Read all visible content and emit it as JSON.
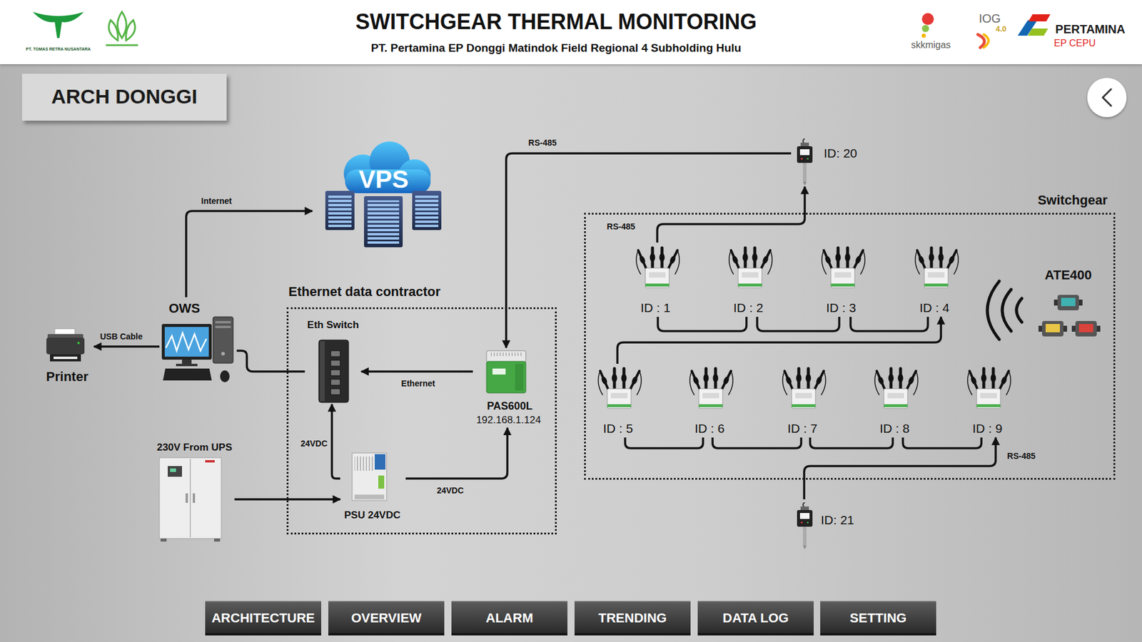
{
  "diagram": {
    "title": "SWITCHGEAR THERMAL MONITORING",
    "nodes": [
      {
        "text": [
          "ARCH DONGGI"
        ]
      },
      {
        "text": [
          "VPS"
        ]
      },
      {
        "text": [
          "OWS"
        ]
      },
      {
        "text": [
          "Printer"
        ]
      },
      {
        "text": [
          "Ethernet data contractor"
        ]
      },
      {
        "text": [
          "Eth Switch"
        ],
        "in": 4
      },
      {
        "text": [
          "PAS600L",
          "192.168.1.124"
        ],
        "in": 4
      },
      {
        "text": [
          "PSU 24VDC"
        ],
        "in": 4
      },
      {
        "text": [
          "230V From UPS"
        ]
      },
      {
        "text": [
          "ID: 20"
        ]
      },
      {
        "text": [
          "Switchgear"
        ]
      },
      {
        "text": [
          "ID : 1"
        ],
        "in": 10
      },
      {
        "text": [
          "ID : 2"
        ],
        "in": 10
      },
      {
        "text": [
          "ID : 3"
        ],
        "in": 10
      },
      {
        "text": [
          "ID : 4"
        ],
        "in": 10
      },
      {
        "text": [
          "ATE400"
        ],
        "in": 10
      },
      {
        "text": [
          "ID : 5"
        ],
        "in": 10
      },
      {
        "text": [
          "ID : 6"
        ],
        "in": 10
      },
      {
        "text": [
          "ID : 7"
        ],
        "in": 10
      },
      {
        "text": [
          "ID : 8"
        ],
        "in": 10
      },
      {
        "text": [
          "ID : 9"
        ],
        "in": 10
      },
      {
        "text": [
          "ID: 21"
        ]
      },
      {
        "text": [
          "ARCHITECTURE"
        ]
      },
      {
        "text": [
          "OVERVIEW"
        ]
      },
      {
        "text": [
          "ALARM"
        ]
      },
      {
        "text": [
          "TRENDING"
        ]
      },
      {
        "text": [
          "DATA LOG"
        ]
      },
      {
        "text": [
          "SETTING"
        ]
      }
    ],
    "edges": [
      {
        "from": 2,
        "to": 1,
        "label": "Internet",
        "arrow": "to"
      },
      {
        "from": 2,
        "to": 3,
        "label": "USB Cable",
        "arrow": "to"
      },
      {
        "from": 2,
        "to": 5,
        "arrow": "none"
      },
      {
        "from": 6,
        "to": 5,
        "label": "Ethernet",
        "arrow": "to"
      },
      {
        "from": 9,
        "to": 6,
        "label": "RS-485",
        "arrow": "to"
      },
      {
        "from": 11,
        "to": 9,
        "label": "RS-485",
        "arrow": "to"
      },
      {
        "from": 11,
        "to": 12,
        "arrow": "none"
      },
      {
        "from": 12,
        "to": 13,
        "arrow": "none"
      },
      {
        "from": 13,
        "to": 14,
        "arrow": "none"
      },
      {
        "from": 16,
        "to": 14,
        "arrow": "to"
      },
      {
        "from": 16,
        "to": 17,
        "arrow": "none"
      },
      {
        "from": 17,
        "to": 18,
        "arrow": "none"
      },
      {
        "from": 18,
        "to": 19,
        "arrow": "none"
      },
      {
        "from": 19,
        "to": 20,
        "arrow": "none"
      },
      {
        "from": 21,
        "to": 20,
        "label": "RS-485",
        "arrow": "to"
      },
      {
        "from": 8,
        "to": 7,
        "arrow": "to"
      },
      {
        "from": 7,
        "to": 5,
        "label": "24VDC",
        "arrow": "to"
      },
      {
        "from": 7,
        "to": 6,
        "label": "24VDC",
        "arrow": "to"
      }
    ],
    "labels": [
      "PT. Pertamina EP Donggi Matindok Field Regional 4 Subholding Hulu",
      "PT. TOMAS RETRA NUSANTARA",
      "skkmigas",
      "IOG",
      "4.0",
      "PERTAMINA",
      "EP CEPU"
    ]
  }
}
